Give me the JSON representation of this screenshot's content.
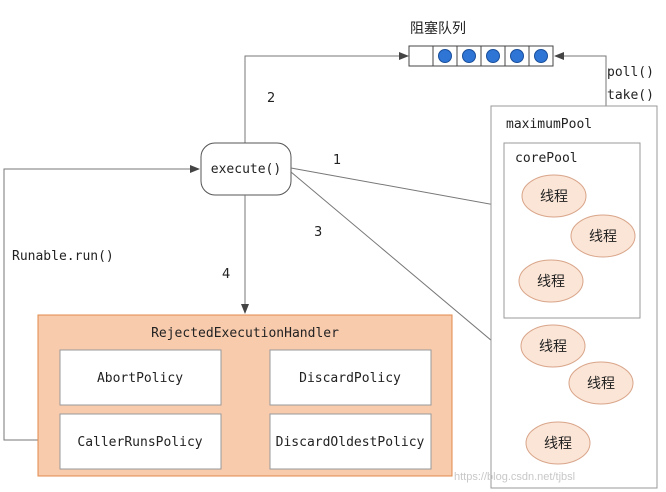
{
  "queue": {
    "label": "阻塞队列",
    "empty_slots": 1,
    "filled_slots": 5
  },
  "execute": {
    "label": "execute()"
  },
  "arrows": {
    "step1": "1",
    "step2": "2",
    "step3": "3",
    "step4": "4"
  },
  "poll_label": "poll()",
  "take_label": "take()",
  "runnable_label": "Runable.run()",
  "maximum_pool": {
    "label": "maximumPool",
    "core_pool": {
      "label": "corePool",
      "threads": [
        "线程",
        "线程",
        "线程"
      ]
    },
    "extra_threads": [
      "线程",
      "线程",
      "线程"
    ]
  },
  "handler": {
    "title": "RejectedExecutionHandler",
    "policies": [
      "AbortPolicy",
      "DiscardPolicy",
      "CallerRunsPolicy",
      "DiscardOldestPolicy"
    ]
  },
  "watermark": "https://blog.csdn.net/tjbsl",
  "colors": {
    "handler_fill": "#f8cbad",
    "handler_border": "#e08a4a",
    "queue_dot": "#2e75d6",
    "thread_fill": "#fbe5d6",
    "thread_border": "#e0a58a"
  }
}
